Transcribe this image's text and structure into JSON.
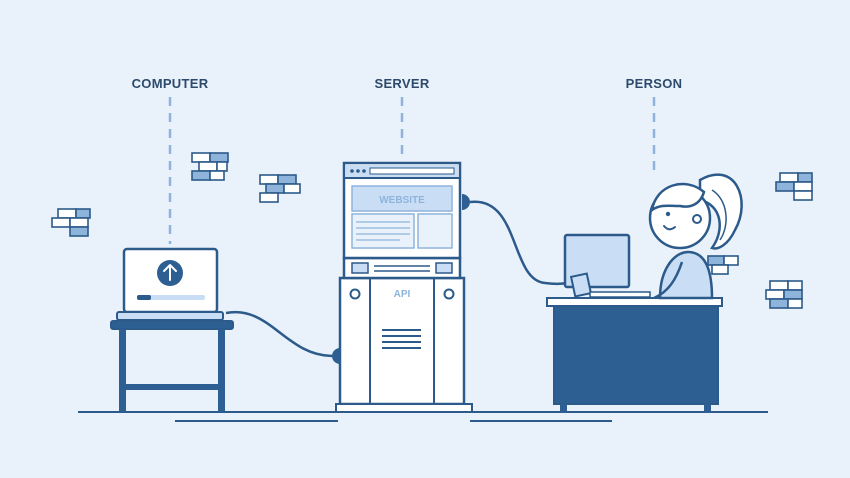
{
  "diagram": {
    "labels": {
      "computer": "COMPUTER",
      "server": "SERVER",
      "person": "PERSON"
    },
    "server_screen_text": "WEBSITE",
    "server_body_text": "API"
  },
  "colors": {
    "background": "#e9f2fb",
    "outline": "#2c5a8a",
    "fill_dark": "#2d5f92",
    "fill_light": "#ffffff",
    "fill_soft": "#c9def5",
    "dash": "#8fb4dc",
    "text": "#2c4a6b"
  },
  "icons": {
    "upload": "upload-arrow-icon",
    "bricks": "brick-wall-icon"
  }
}
